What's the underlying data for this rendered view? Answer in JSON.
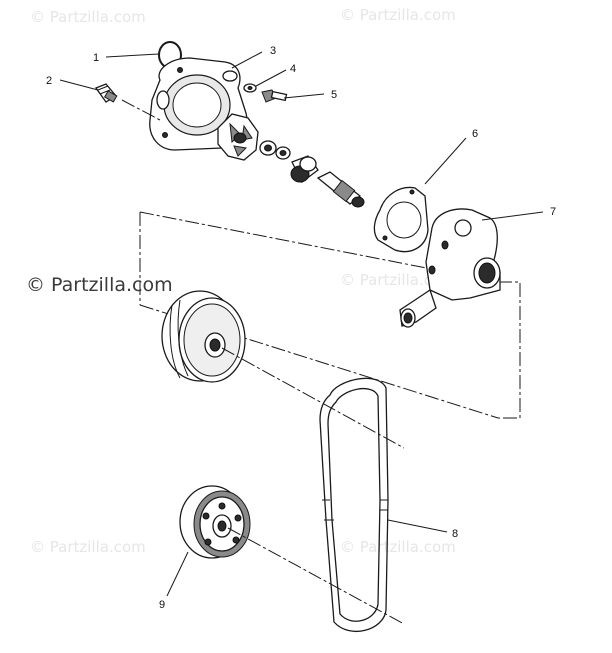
{
  "watermarks": {
    "top_left": "© Partzilla.com",
    "top_right": "© Partzilla.com",
    "main": "© Partzilla.com",
    "mid_right": "© Partzilla.com",
    "bottom_left": "© Partzilla.com",
    "bottom_right": "© Partzilla.com"
  },
  "callouts": {
    "c1": "1",
    "c2": "2",
    "c3": "3",
    "c4": "4",
    "c5": "5",
    "c6": "6",
    "c7": "7",
    "c8": "8",
    "c9": "9"
  }
}
